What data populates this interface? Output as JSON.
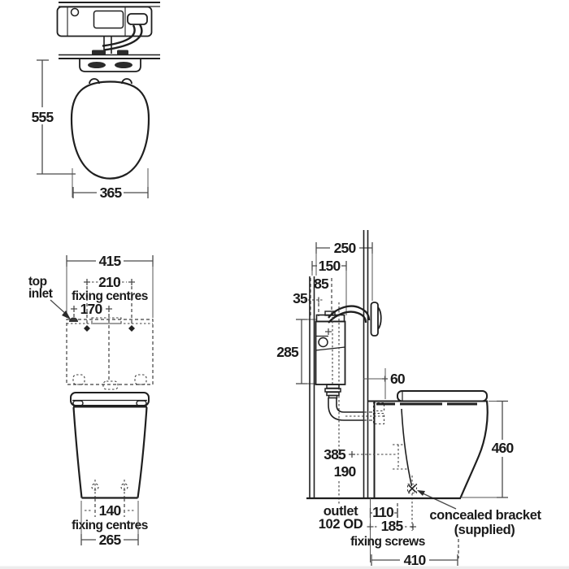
{
  "colors": {
    "line": "#1f1f1f",
    "dimension": "#4a4a4a",
    "background": "#ffffff"
  },
  "plan_view": {
    "height": "555",
    "width": "365"
  },
  "front_view": {
    "width": "415",
    "fixing_top": "210",
    "fixing_centres": "fixing centres",
    "inlet_offset": "170",
    "top_label": "top",
    "inlet_label": "inlet",
    "fixing_bottom": "140",
    "base_width": "265"
  },
  "side_view": {
    "frame_depth": "250",
    "cistern_depth": "150",
    "inlet_85": "85",
    "inlet_35": "35",
    "cistern_height": "285",
    "seat_gap": "60",
    "pan_height": "460",
    "dim_385": "385",
    "dim_190": "190",
    "outlet_line1": "outlet",
    "outlet_line2": "102 OD",
    "dim_110": "110",
    "dim_185": "185",
    "fixing_screws": "fixing screws",
    "projection": "410",
    "bracket_line1": "concealed bracket",
    "bracket_line2": "(supplied)"
  }
}
